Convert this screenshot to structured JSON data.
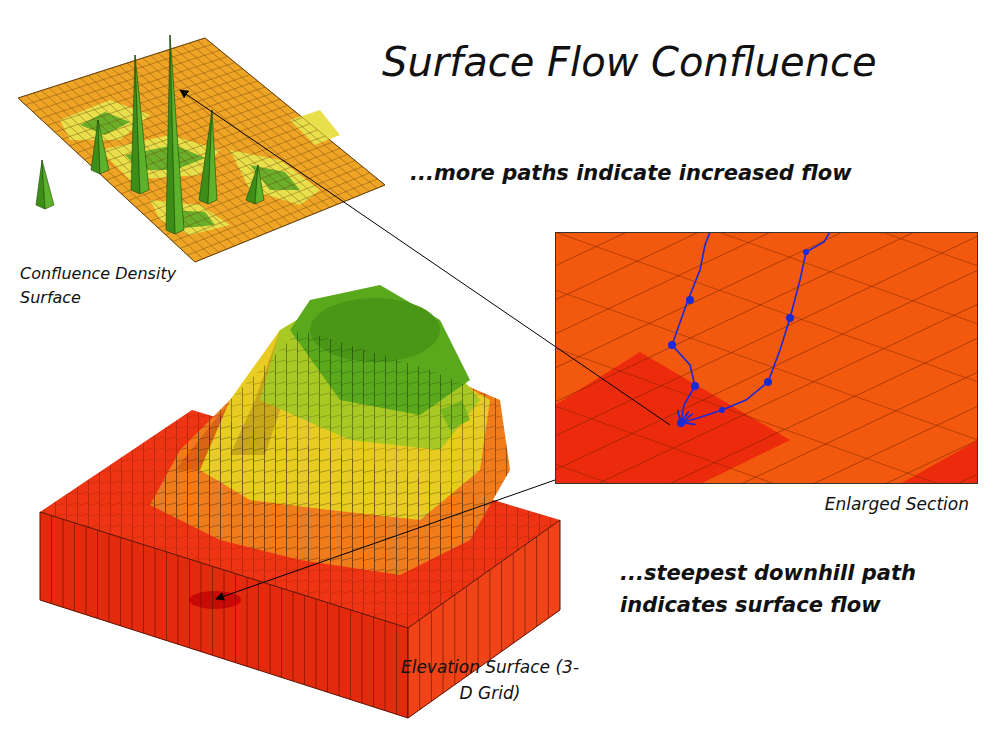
{
  "diagram": {
    "title": "Surface Flow Confluence",
    "nodes": [
      {
        "text": [
          "Enlarged Section"
        ]
      }
    ],
    "labels": [
      "...more paths indicate increased flow",
      "Confluence Density Surface",
      "...steepest downhill path indicates surface flow",
      "Elevation Surface (3-D Grid)"
    ]
  }
}
